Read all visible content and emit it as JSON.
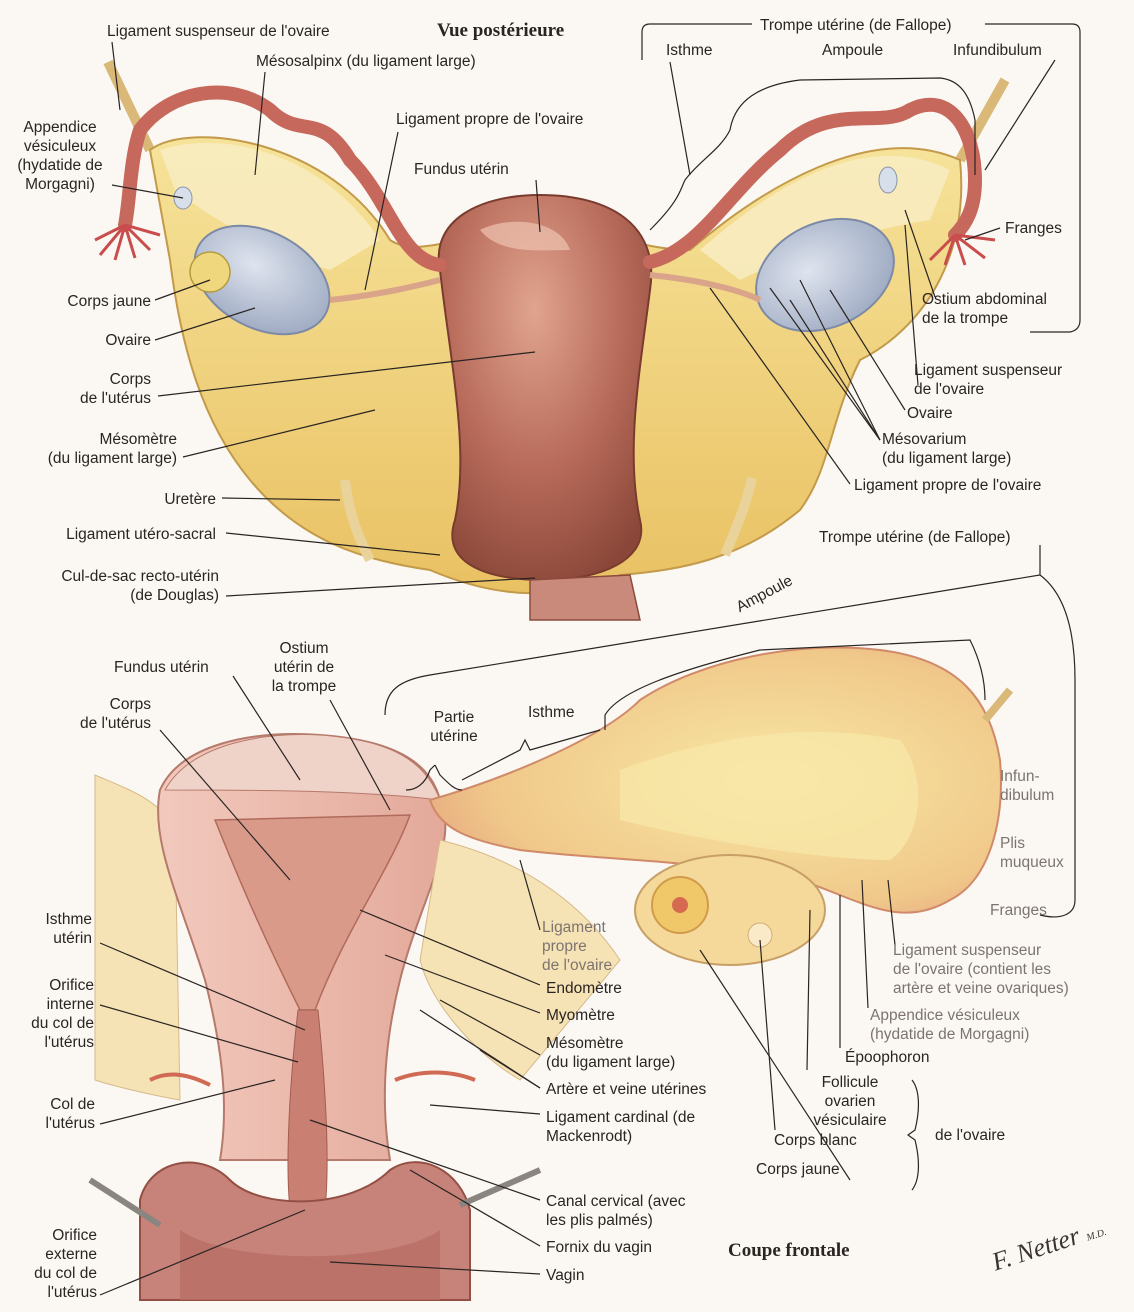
{
  "titles": {
    "posterior": "Vue postérieure",
    "frontal": "Coupe frontale"
  },
  "signature": "F. Netter",
  "signature_suffix": "M.D.",
  "posterior_labels": {
    "lig_suspenseur_left": "Ligament suspenseur de l'ovaire",
    "mesosalpinx": "Mésosalpinx (du ligament large)",
    "appendice": "Appendice\nvésiculeux\n(hydatide de\nMorgagni)",
    "lig_propre_top": "Ligament propre de l'ovaire",
    "fundus": "Fundus utérin",
    "corps_jaune": "Corps jaune",
    "ovaire_left": "Ovaire",
    "corps_uterus": "Corps\nde l'utérus",
    "mesometre": "Mésomètre\n(du ligament large)",
    "uretere": "Uretère",
    "lig_utero_sacral": "Ligament utéro-sacral",
    "cul_de_sac": "Cul-de-sac recto-utérin\n(de Douglas)",
    "trompe_top": "Trompe utérine (de Fallope)",
    "isthme": "Isthme",
    "ampoule": "Ampoule",
    "infundibulum": "Infundibulum",
    "franges": "Franges",
    "ostium_abdominal": "Ostium abdominal\nde la trompe",
    "lig_suspenseur_right": "Ligament suspenseur\nde l'ovaire",
    "ovaire_right": "Ovaire",
    "mesovarium": "Mésovarium\n(du ligament large)",
    "lig_propre_right": "Ligament propre de l'ovaire"
  },
  "frontal_labels": {
    "trompe_bottom": "Trompe utérine (de Fallope)",
    "ampoule": "Ampoule",
    "fundus": "Fundus utérin",
    "ostium_uterin": "Ostium\nutérin de\nla trompe",
    "corps_uterus": "Corps\nde l'utérus",
    "partie_uterine": "Partie\nutérine",
    "isthme": "Isthme",
    "infundibulum": "Infun-\ndibulum",
    "plis_muqueux": "Plis\nmuqueux",
    "franges": "Franges",
    "isthme_uterin": "Isthme\nutérin",
    "orifice_interne": "Orifice\ninterne\ndu col de\nl'utérus",
    "col": "Col de\nl'utérus",
    "orifice_externe": "Orifice\nexterne\ndu col de\nl'utérus",
    "lig_propre": "Ligament\npropre\nde l'ovaire",
    "endometre": "Endomètre",
    "myometre": "Myomètre",
    "mesometre": "Mésomètre\n(du ligament large)",
    "artere_veine": "Artère et veine utérines",
    "lig_cardinal": "Ligament cardinal (de\nMackenrodt)",
    "canal_cervical": "Canal cervical (avec\nles plis palmés)",
    "fornix": "Fornix du vagin",
    "vagin": "Vagin",
    "lig_suspenseur": "Ligament suspenseur\nde l'ovaire (contient les\nartère et veine ovariques)",
    "appendice": "Appendice vésiculeux\n(hydatide de Morgagni)",
    "epoophoron": "Époophoron",
    "follicule": "Follicule\novarien\nvésiculaire",
    "corps_blanc": "Corps blanc",
    "corps_jaune": "Corps jaune",
    "de_ovaire": "de l'ovaire"
  }
}
